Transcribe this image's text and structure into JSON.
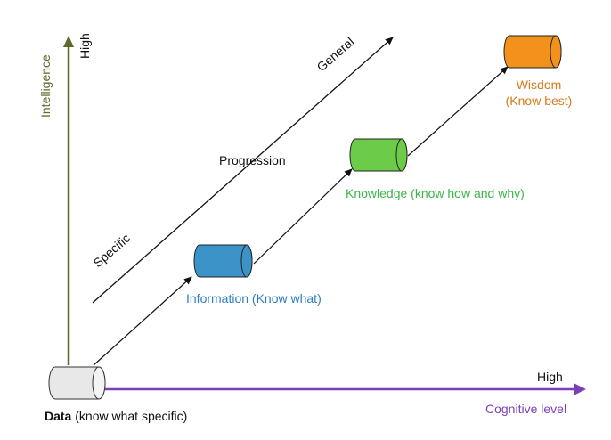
{
  "axes": {
    "y_axis_label": "Intelligence",
    "y_axis_high": "High",
    "x_axis_label": "Cognitive level",
    "x_axis_high": "High"
  },
  "progression": {
    "label": "Progression",
    "start": "Specific",
    "end": "General"
  },
  "nodes": {
    "data": {
      "label_bold": "Data",
      "label_rest": " (know what specific)",
      "fill": "#e8e8e8"
    },
    "information": {
      "label": "Information (Know what)",
      "fill": "#3b93c8",
      "color": "#2f7fbf"
    },
    "knowledge": {
      "label": "Knowledge (know how and why)",
      "fill": "#6ccc4a",
      "color": "#3bb54a"
    },
    "wisdom": {
      "label_line1": "Wisdom",
      "label_line2": "(Know best)",
      "fill": "#f2921d",
      "color": "#d9791a"
    }
  },
  "colors": {
    "y_axis": "#5a6b2a",
    "x_axis": "#7b3fb8"
  }
}
